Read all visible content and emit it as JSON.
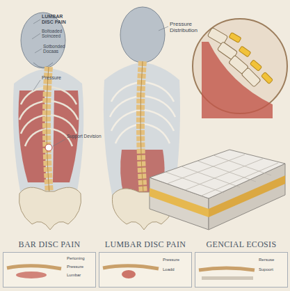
{
  "diagram": {
    "nodes": [
      {
        "text": [
          "BAR DISC PAIN"
        ]
      },
      {
        "text": [
          "LUMBAR DISC PAIN"
        ]
      },
      {
        "text": [
          "GENCIAL ECOSIS"
        ]
      }
    ],
    "labels": [
      "LUMBAR DISC PAIN",
      "Boltoaded Soinceed",
      "Sotbonded Docaas",
      "Pressure",
      "Support Devision",
      "Pressure Distribution",
      "Pertoning",
      "Pressure",
      "Lumbar",
      "Pressure",
      "Loadd",
      "Rersuse",
      "Supoort"
    ]
  }
}
